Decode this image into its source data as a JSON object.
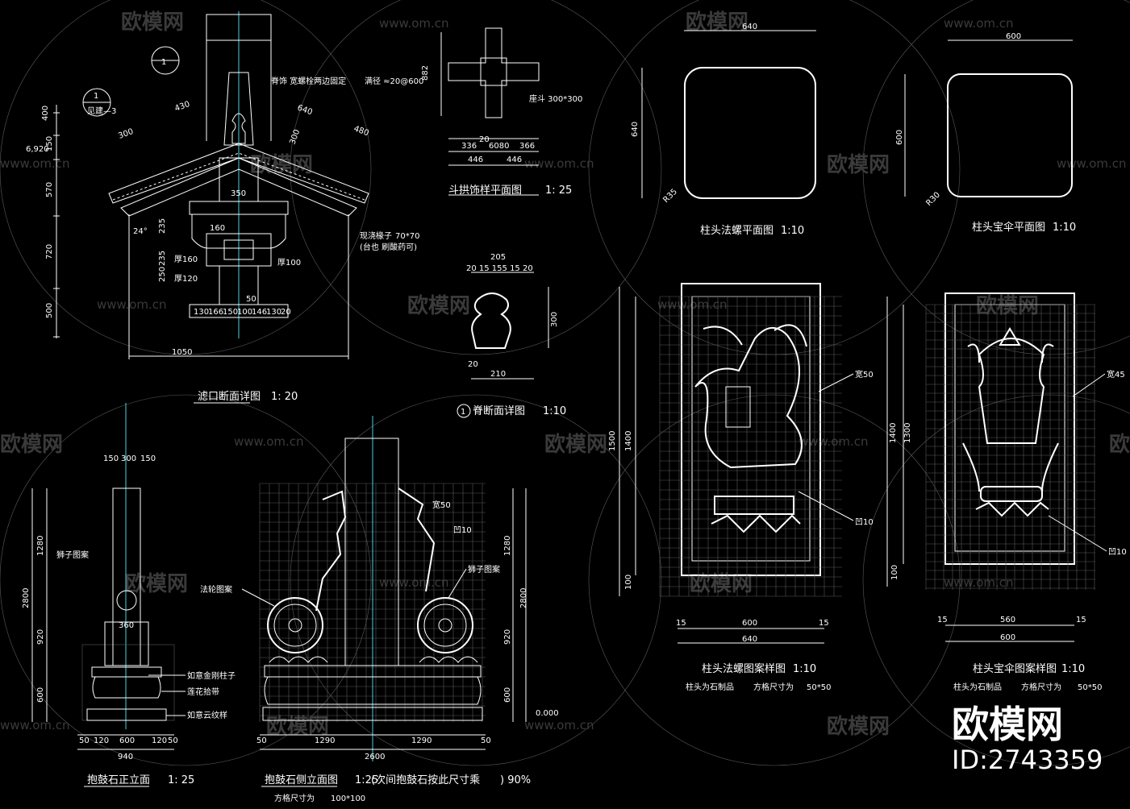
{
  "watermarks": {
    "brand": "欧模网",
    "url": "www.om.cn"
  },
  "stamp": {
    "brand": "欧模网",
    "id": "ID:2743359"
  },
  "titles": {
    "eave_section": "滤口断面详图",
    "eave_section_scale": "1: 20",
    "bracket_plan": "斗拱饰样平面图",
    "bracket_plan_scale": "1: 25",
    "ridge_section": "脊断面详图",
    "ridge_section_scale": "1:10",
    "ridge_section_no": "1",
    "falu_plan": "柱头法螺平面图",
    "falu_plan_scale": "1:10",
    "baosan_plan": "柱头宝伞平面图",
    "baosan_plan_scale": "1:10",
    "falu_pattern": "柱头法螺图案样图",
    "falu_pattern_scale": "1:10",
    "falu_note_a": "柱头为石制品",
    "falu_note_b": "方格尺寸为",
    "falu_note_c": "50*50",
    "baosan_pattern": "柱头宝伞图案样图",
    "baosan_pattern_scale": "1:10",
    "baosan_note_a": "柱头为石制品",
    "baosan_note_b": "方格尺寸为",
    "baosan_note_c": "50*50",
    "front_elev": "抱鼓石正立面",
    "front_elev_scale": "1: 25",
    "side_elev": "抱鼓石侧立面图",
    "side_elev_scale": "1:25",
    "side_elev_note": "(次间抱鼓石按此尺寸乘",
    "side_elev_pct": ")   90%",
    "side_grid": "方格尺寸为",
    "side_grid_val": "100*100"
  },
  "labels": {
    "ridge_note": "脊饰 宽螺栓两边固定",
    "ridge_note2": "满径 ≈20@600",
    "rafter_note": "现浇椽子",
    "rafter_size": "70*70",
    "rafter_sub": "(台也 刷酸药可)",
    "bracket_seat": "座斗 300*300",
    "thick160": "厚160",
    "thick120": "厚120",
    "thick100": "厚100",
    "circle1": "1",
    "circle1b": "1",
    "ref_note": "见建—3",
    "width50": "宽50",
    "recess10": "凹10",
    "width45": "宽45",
    "recess10b": "凹10",
    "lion": "狮子图案",
    "vajra": "如意金刚柱子",
    "lotus": "莲花拾带",
    "cloud": "如意云纹样",
    "falun": "法轮图案",
    "width50b": "宽50",
    "recess10c": "凹10",
    "lion2": "狮子图案",
    "zero": "0.000"
  },
  "dims": {
    "e_430": "430",
    "e_300": "300",
    "e_640": "640",
    "e_480": "480",
    "e_300b": "300",
    "e_400": "400",
    "e_150": "150",
    "e_570": "570",
    "e_720": "720",
    "e_500": "500",
    "e_6920": "6,920",
    "e_350": "350",
    "e_160": "160",
    "e_235": "235",
    "e_235b": "235",
    "e_250": "250",
    "e_24": "24°",
    "e_50": "50",
    "e_1050": "1050",
    "e_bot": "130|166|150|100|146|130|20",
    "e_b1": "130",
    "e_b2": "166",
    "e_b3": "150",
    "e_b4": "100",
    "e_b5": "146",
    "e_b6": "130",
    "e_b7": "20",
    "b_882": "882",
    "b_336": "336",
    "b_20": "20",
    "b_6080": "6080",
    "b_366": "366",
    "b_446": "446",
    "b_446b": "446",
    "r_205": "205",
    "r_top": "20 15 155 15 20",
    "r_210": "210",
    "r_300": "300",
    "r_20": "20",
    "fp_640": "640",
    "fp_640v": "640",
    "fp_r35": "R35",
    "bp_600": "600",
    "bp_600v": "600",
    "bp_r30": "R30",
    "fa_1500": "1500",
    "fa_1400": "1400",
    "fa_100": "100",
    "fa_15a": "15",
    "fa_600": "600",
    "fa_15b": "15",
    "fa_640": "640",
    "ba_1400": "1400",
    "ba_1300": "1300",
    "ba_100": "100",
    "ba_15a": "15",
    "ba_560": "560",
    "ba_15b": "15",
    "ba_600": "600",
    "fe_150a": "150",
    "fe_300": "300",
    "fe_150b": "150",
    "fe_1280": "1280",
    "fe_2800": "2800",
    "fe_920": "920",
    "fe_600": "600",
    "fe_360": "360",
    "fe_50a": "50",
    "fe_120a": "120",
    "fe_600b": "600",
    "fe_120b": "120",
    "fe_50b": "50",
    "fe_940": "940",
    "se_1280": "1280",
    "se_2800": "2800",
    "se_920": "920",
    "se_600": "600",
    "se_50a": "50",
    "se_1290a": "1290",
    "se_1290b": "1290",
    "se_50b": "50",
    "se_2600": "2600"
  }
}
